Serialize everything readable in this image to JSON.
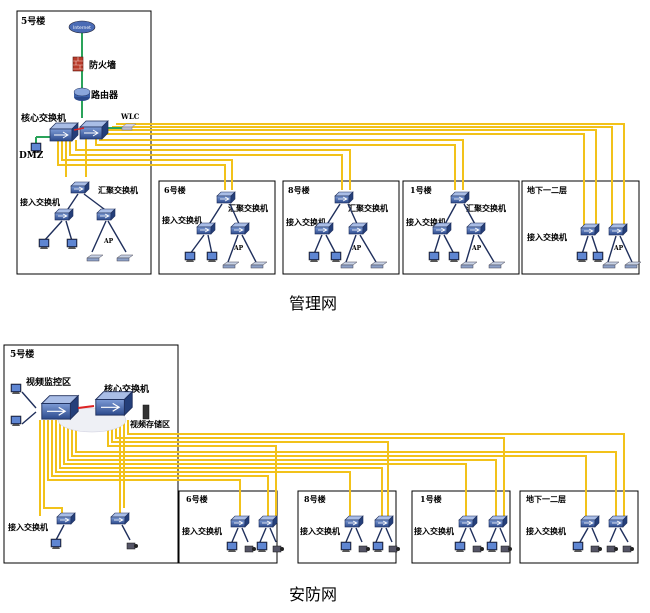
{
  "management": {
    "caption": "管理网",
    "building5": "5号楼",
    "internet": "Internet",
    "firewall": "防火墙",
    "router": "路由器",
    "core": "核心交换机",
    "wlc": "WLC",
    "dmz": "DMZ",
    "agg": "汇聚交换机",
    "access": "接入交换机",
    "ap": "AP",
    "buildings": [
      {
        "name": "6号楼",
        "agg": "汇聚交换机",
        "access": "接入交换机",
        "ap": "AP"
      },
      {
        "name": "8号楼",
        "agg": "汇聚交换机",
        "access": "接入交换机",
        "ap": "AP"
      },
      {
        "name": "1号楼",
        "agg": "汇聚交换机",
        "access": "接入交换机",
        "ap": "AP"
      },
      {
        "name": "地下一二层",
        "agg": "",
        "access": "接入交换机",
        "ap": "AP"
      }
    ]
  },
  "security": {
    "caption": "安防网",
    "building5": "5号楼",
    "video_monitor": "视频监控区",
    "core": "核心交换机",
    "video_storage": "视频存储区",
    "access": "接入交换机",
    "buildings": [
      {
        "name": "6号楼",
        "access": "接入交换机"
      },
      {
        "name": "8号楼",
        "access": "接入交换机"
      },
      {
        "name": "1号楼",
        "access": "接入交换机"
      },
      {
        "name": "地下一二层",
        "access": "接入交换机"
      }
    ]
  },
  "colors": {
    "uplink": "#f2c21a",
    "wan": "#2aa35a",
    "switch": "#3a5fa8",
    "link": "#1f2f5c"
  }
}
